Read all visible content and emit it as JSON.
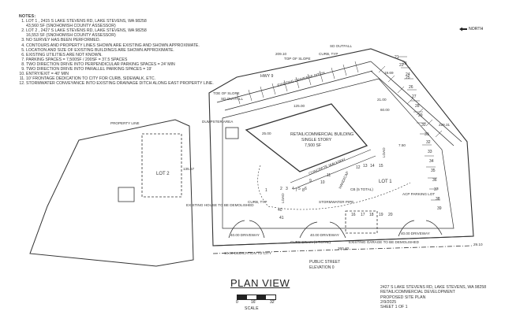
{
  "notes": {
    "heading": "NOTES:",
    "items": [
      "LOT 1 , 2415 S LAKE STEVENS RD, LAKE STEVENS, WA 98258",
      "43,560 SF (SNOHOMISH COUNTY ASSESSOR)",
      "LOT 2 , 2427 S LAKE STEVENS RD, LAKE STEVENS, WA 98258",
      "16,553 SF (SNOHOMISH COUNTY ASSESSOR)",
      "NO SURVEY HAS BEEN PERFORMED.",
      "CONTOURS AND PROPERTY LINES SHOWN ARE EXISTING AND SHOWN APPROXIMATE.",
      "LOCATION AND SIZE OF EXISTING BUILDINGS ARE SHOWN APPROXIMATE.",
      "EXISTING UTILITIES ARE NOT KNOWN.",
      "PARKING SPACES = 7,500SF / 200SF = 37.5 SPACES",
      "TWO DIRECTION DRIVE INTO PERPENDICULAR PARKING SPACES = 24' MIN",
      "TWO DIRECTION DRIVE INTO PARALLEL PARKING SPACES = 19'",
      "ENTRY/EXIT = 40' MIN",
      "10' FRONTAGE DEDICATION TO CITY FOR CURB, SIDEWALK, ETC.",
      "STORMWATER CONVEYANCE INTO EXISTING DRAINAGE DITCH ALONG EAST PROPERTY LINE."
    ]
  },
  "north_label": "NORTH",
  "labels": {
    "sd_outfall_top": "SD OUTFALL",
    "curb_typ": "CURB, TYP",
    "top_of_slope": "TOP OF SLOPE",
    "dim_209": "209.10",
    "hwy": "HWY 9",
    "ditch": "EXISTING DRAINAGE DITCH",
    "toe_of_slope": "TOE OF SLOPE",
    "sd_outfall_left": "SD OUTFALL",
    "dim_19_69": "19.69",
    "dim_125": "125.00",
    "dim_21": "21.00",
    "dim_60": "60.00",
    "property_line": "PROPERTY LINE",
    "dumpster": "DUMPSTER AREA",
    "dim_25": "25.00",
    "building": "RETAIL/COMMERCIAL BUILDING",
    "story": "SINGLE STORY",
    "bldg_area": "7,500 SF",
    "dim_229": "229.31",
    "dim_7_5": "7.50",
    "lot2": "LOT 2",
    "dim_135": "135.57",
    "walkway": "CONCRETE WALKWAY",
    "load1": "LOAD",
    "load2": "LOAD",
    "handicap": "HANDICAP",
    "cb": "CB (5 TOTAL)",
    "lot1": "LOT 1",
    "acp": "ACP PARKING LOT",
    "existing_house": "EXISTING HOUSE TO BE DEMOLISHED",
    "curb_typ2": "CURB, TYP",
    "stormwater_pipe": "STORMWATER PIPE",
    "driveway1": "40.00 DRIVEWAY",
    "driveway2": "40.00 DRIVEWAY",
    "driveway3": "40.00 DRIVEWAY",
    "curb_drain": "CURB DRAIN (4 TOTAL)",
    "existing_garage": "EXISTING GARAGE TO BE DEMOLISHED",
    "dim_260": "260.40",
    "dim_29": "29.10",
    "dedication": "10.00 DEDICATION TO CITY",
    "public_street": "PUBLIC STREET",
    "elevation": "ELEVATION 0"
  },
  "stall_numbers": [
    "1",
    "2",
    "3",
    "4",
    "5",
    "6",
    "7",
    "8",
    "9",
    "10",
    "11",
    "12",
    "13",
    "14",
    "15",
    "16",
    "17",
    "18",
    "19",
    "20",
    "21",
    "22",
    "23",
    "24",
    "25",
    "26",
    "27",
    "28",
    "29",
    "30",
    "31",
    "32",
    "33",
    "34",
    "35",
    "36",
    "37",
    "38",
    "39",
    "40",
    "41"
  ],
  "title": "PLAN VIEW",
  "scale": {
    "ticks": [
      "0",
      "16'",
      "32'"
    ],
    "name": "SCALE"
  },
  "titleblock": {
    "address": "2427 S LAKE STEVENS RD, LAKE STEVENS, WA 98258",
    "project": "RETAIL/COMMERCIAL DEVELOPMENT",
    "sheet_title": "PROPOSED SITE PLAN",
    "date": "2/9/2025",
    "sheet": "SHEET 1 OF 1"
  }
}
